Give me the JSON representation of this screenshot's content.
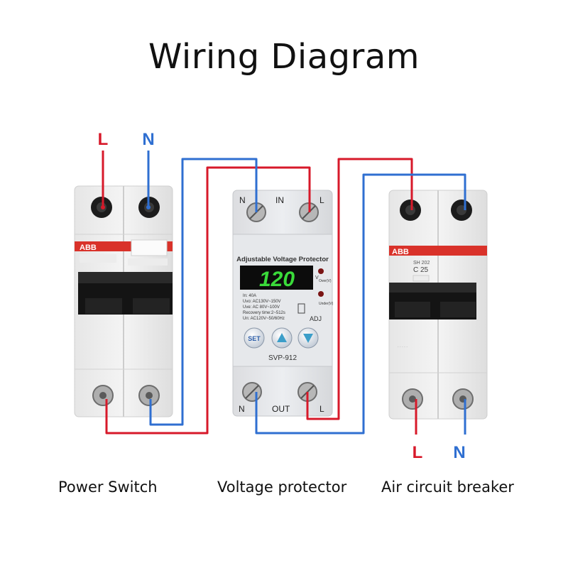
{
  "title": "Wiring Diagram",
  "colors": {
    "live": "#d7192a",
    "neutral": "#2f6fd1",
    "display_digits": "#3adb3a"
  },
  "input_labels": {
    "live": "L",
    "neutral": "N"
  },
  "output_labels": {
    "live": "L",
    "neutral": "N"
  },
  "power_switch": {
    "caption": "Power Switch",
    "brand": "ABB"
  },
  "voltage_protector": {
    "caption": "Voltage protector",
    "header": "Adjustable Voltage Protector",
    "display_value": "120",
    "display_unit": "V",
    "over_label": "Over(V)",
    "under_label": "Under(V)",
    "spec_lines": [
      "In:    40A",
      "Uvo:  AC130V~150V",
      "Uve:  AC 80V~100V",
      "Recovery time:2~512s",
      "Un:  AC120V~50/60Hz"
    ],
    "adj_label": "ADJ",
    "set_button": "SET",
    "model": "SVP-912",
    "top_terminals": [
      "N",
      "IN",
      "L"
    ],
    "bottom_terminals": [
      "N",
      "OUT",
      "L"
    ]
  },
  "air_circuit_breaker": {
    "caption": "Air circuit breaker",
    "brand": "ABB",
    "model_line": "SH 202",
    "rating": "C 25"
  }
}
